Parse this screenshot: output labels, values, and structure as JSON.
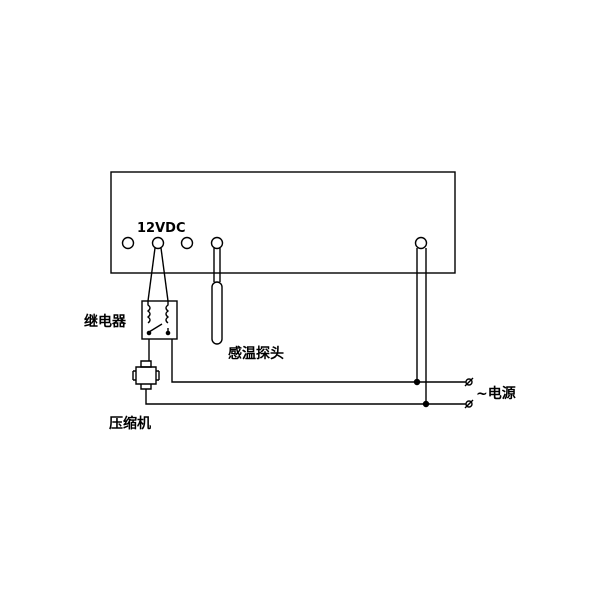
{
  "labels": {
    "voltage": "12VDC",
    "relay": "继电器",
    "probe": "感温探头",
    "power": "~电源",
    "compressor": "压缩机"
  },
  "colors": {
    "line": "#000000",
    "background": "#ffffff"
  }
}
